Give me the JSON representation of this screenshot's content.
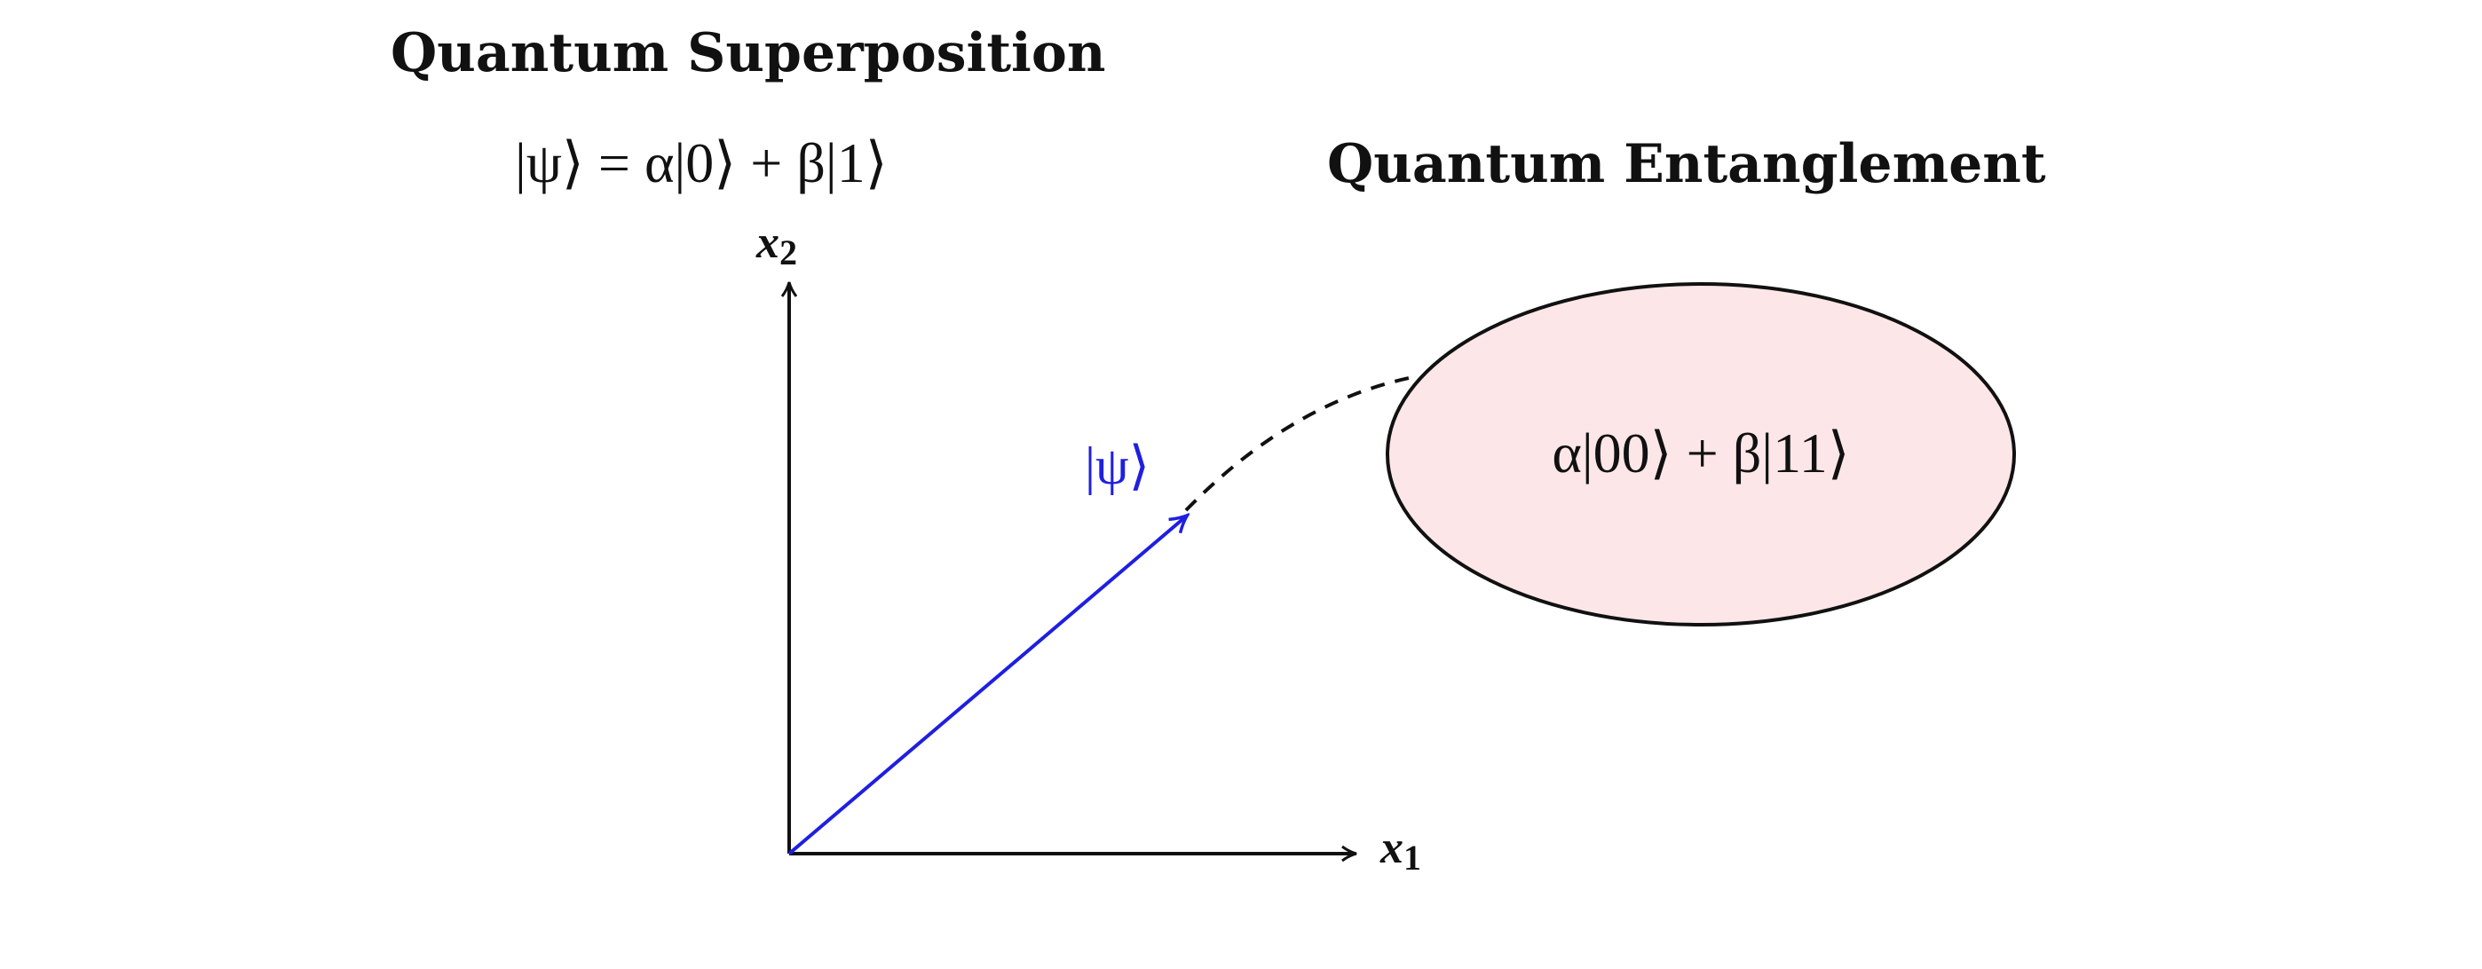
{
  "superposition": {
    "title": "Quantum Superposition",
    "equation": "|ψ⟩ = α|0⟩ + β|1⟩"
  },
  "entanglement": {
    "title": "Quantum Entanglement",
    "state": "α|00⟩ + β|11⟩"
  },
  "axes": {
    "x_label": "x",
    "x_subscript": "1",
    "y_label": "x",
    "y_subscript": "2"
  },
  "vector": {
    "label": "|ψ⟩"
  },
  "colors": {
    "vector": "#1f1fe0",
    "ellipse_fill": "#fde6e8",
    "ink": "#111111"
  }
}
